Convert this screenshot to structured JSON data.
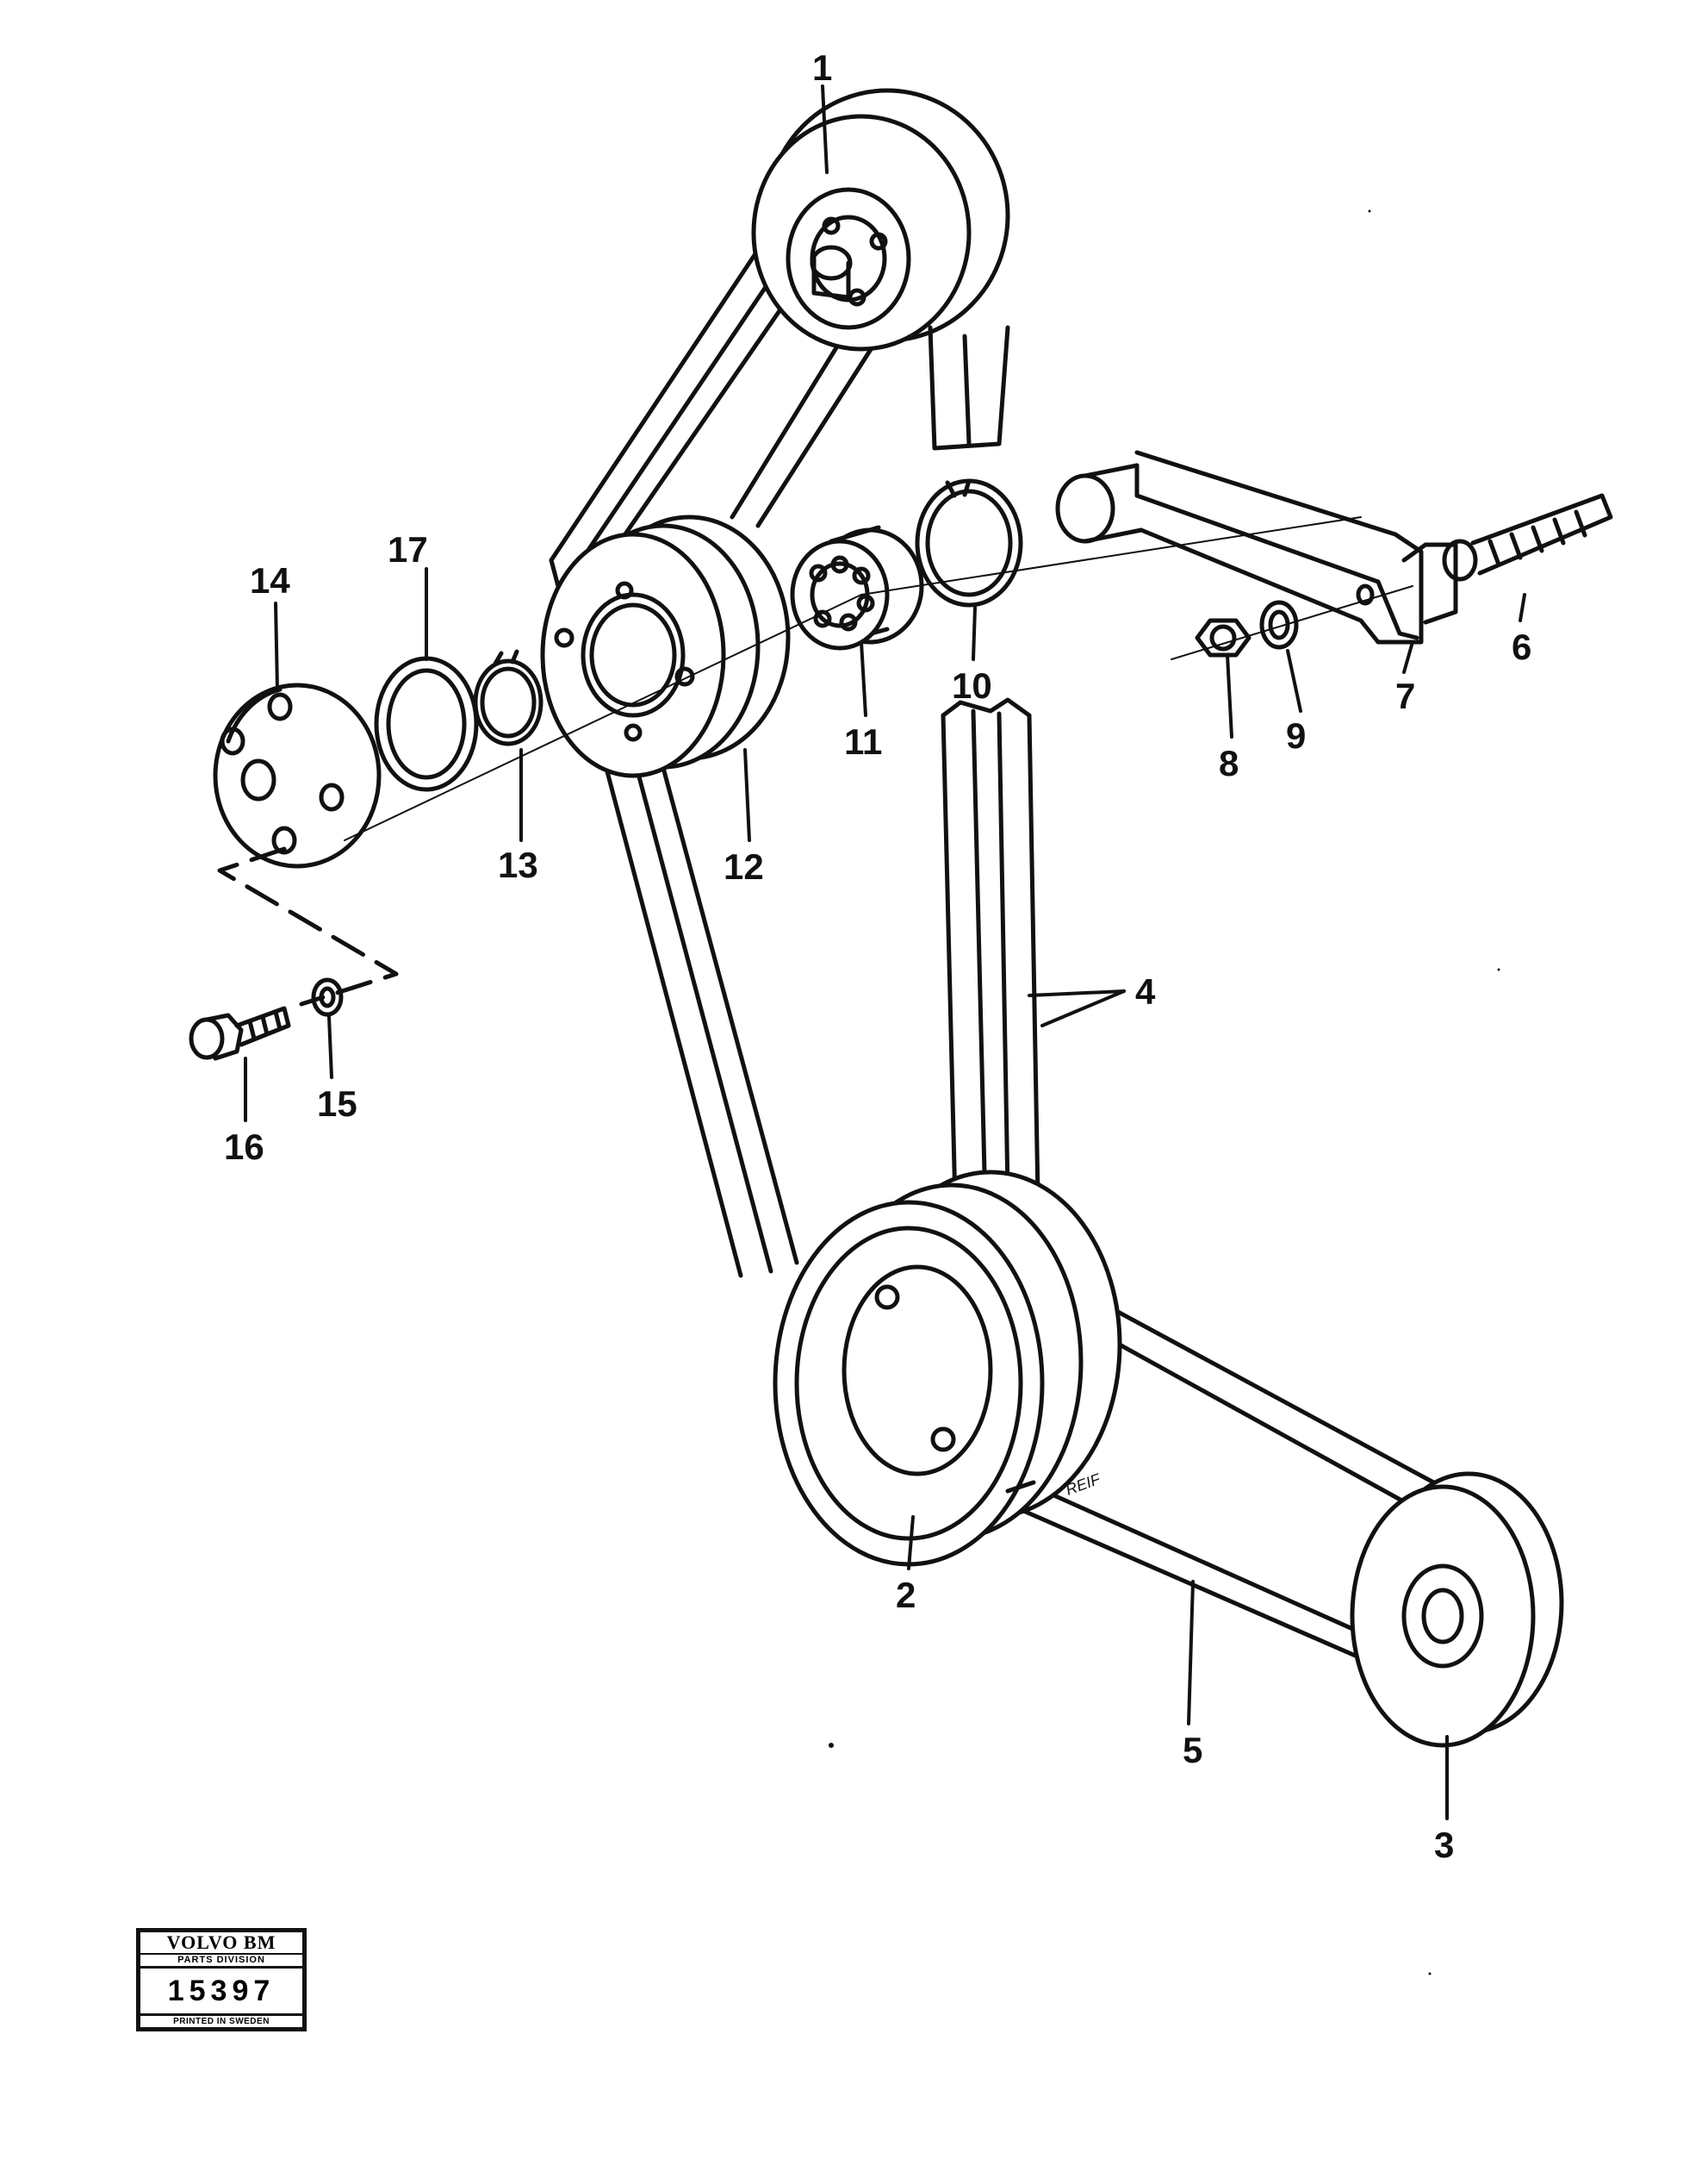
{
  "callouts": [
    {
      "id": "1",
      "label": "1"
    },
    {
      "id": "2",
      "label": "2"
    },
    {
      "id": "3",
      "label": "3"
    },
    {
      "id": "4",
      "label": "4"
    },
    {
      "id": "5",
      "label": "5"
    },
    {
      "id": "6",
      "label": "6"
    },
    {
      "id": "7",
      "label": "7"
    },
    {
      "id": "8",
      "label": "8"
    },
    {
      "id": "9",
      "label": "9"
    },
    {
      "id": "10",
      "label": "10"
    },
    {
      "id": "11",
      "label": "11"
    },
    {
      "id": "12",
      "label": "12"
    },
    {
      "id": "13",
      "label": "13"
    },
    {
      "id": "14",
      "label": "14"
    },
    {
      "id": "15",
      "label": "15"
    },
    {
      "id": "16",
      "label": "16"
    },
    {
      "id": "17",
      "label": "17"
    }
  ],
  "belt_marking": "REIF",
  "stamp": {
    "brand": "VOLVO BM",
    "division": "PARTS DIVISION",
    "number": "15397",
    "printed": "PRINTED IN SWEDEN"
  }
}
